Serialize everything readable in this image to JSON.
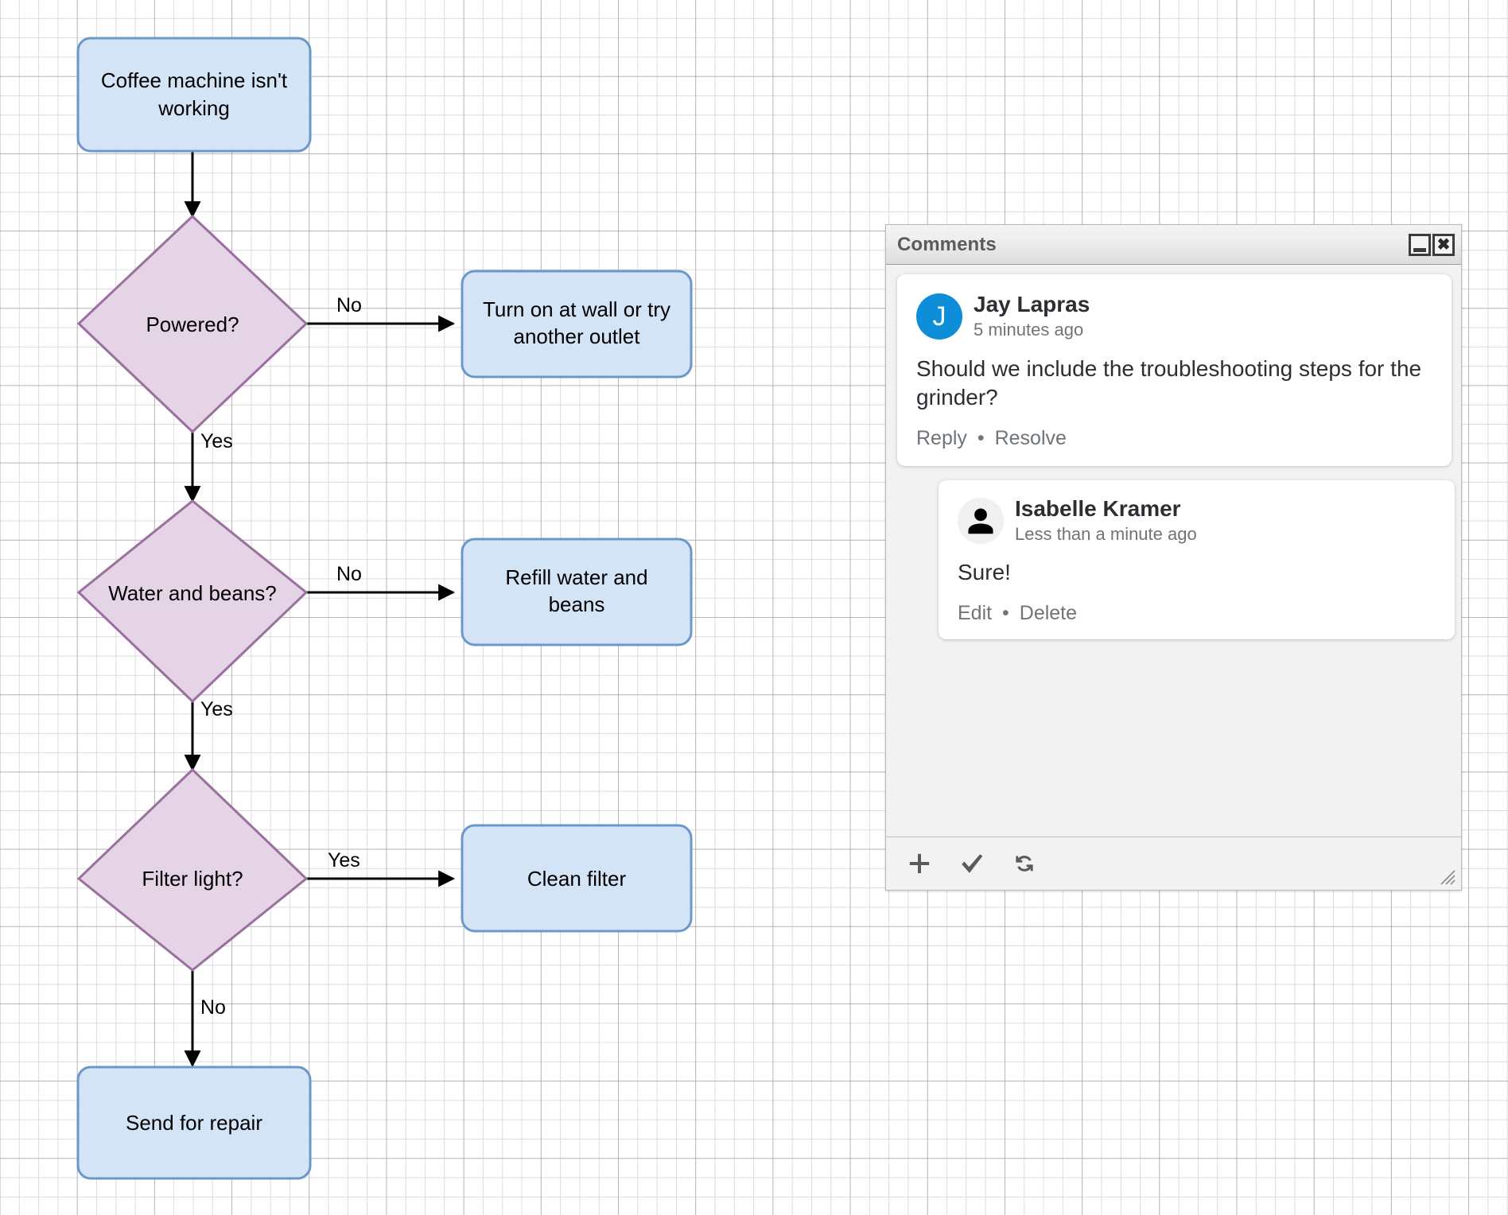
{
  "app": {
    "background": "grid-canvas",
    "grid_minor_color": "#d7d7d7",
    "grid_major_color": "#969696"
  },
  "diagram": {
    "name": "coffee-machine-troubleshooting-flowchart",
    "process_fill": "#d4e4f7",
    "process_stroke": "#6b97c9",
    "decision_fill": "#e5d3e6",
    "decision_stroke": "#9b6fa0",
    "edge_color": "#000000",
    "nodes": [
      {
        "id": "start",
        "type": "process",
        "label_line1": "Coffee machine isn't",
        "label_line2": "working"
      },
      {
        "id": "powered",
        "type": "decision",
        "label_line1": "Powered?",
        "label_line2": ""
      },
      {
        "id": "outlet",
        "type": "process",
        "label_line1": "Turn on at wall or try",
        "label_line2": "another outlet"
      },
      {
        "id": "water",
        "type": "decision",
        "label_line1": "Water and beans?",
        "label_line2": ""
      },
      {
        "id": "refill",
        "type": "process",
        "label_line1": "Refill water and",
        "label_line2": "beans"
      },
      {
        "id": "filter",
        "type": "decision",
        "label_line1": "Filter light?",
        "label_line2": ""
      },
      {
        "id": "clean",
        "type": "process",
        "label_line1": "Clean filter",
        "label_line2": ""
      },
      {
        "id": "repair",
        "type": "process",
        "label_line1": "Send for repair",
        "label_line2": ""
      }
    ],
    "edges": [
      {
        "from": "start",
        "to": "powered",
        "label": ""
      },
      {
        "from": "powered",
        "to": "outlet",
        "label": "No"
      },
      {
        "from": "powered",
        "to": "water",
        "label": "Yes"
      },
      {
        "from": "water",
        "to": "refill",
        "label": "No"
      },
      {
        "from": "water",
        "to": "filter",
        "label": "Yes"
      },
      {
        "from": "filter",
        "to": "clean",
        "label": "Yes"
      },
      {
        "from": "filter",
        "to": "repair",
        "label": "No"
      }
    ]
  },
  "comments_window": {
    "title": "Comments",
    "minimize_icon": "minimize-icon",
    "close_icon": "close-icon",
    "close_glyph": "✖",
    "comments": [
      {
        "author": "Jay Lapras",
        "time": "5 minutes ago",
        "text": "Should we include the troubleshooting steps for the grinder?",
        "avatar_type": "initial",
        "avatar_initial": "J",
        "avatar_color": "#0d8ed9",
        "actions": [
          "Reply",
          "Resolve"
        ],
        "separator": "•"
      },
      {
        "author": "Isabelle Kramer",
        "time": "Less than a minute ago",
        "text": "Sure!",
        "avatar_type": "generic",
        "avatar_initial": "",
        "avatar_color": "#f0f0f0",
        "actions": [
          "Edit",
          "Delete"
        ],
        "separator": "•"
      }
    ],
    "toolbar": [
      {
        "name": "add-comment-button",
        "icon": "plus-icon"
      },
      {
        "name": "resolve-comment-button",
        "icon": "check-icon"
      },
      {
        "name": "refresh-comments-button",
        "icon": "refresh-icon"
      }
    ],
    "resize_handle": "resize-grip"
  }
}
